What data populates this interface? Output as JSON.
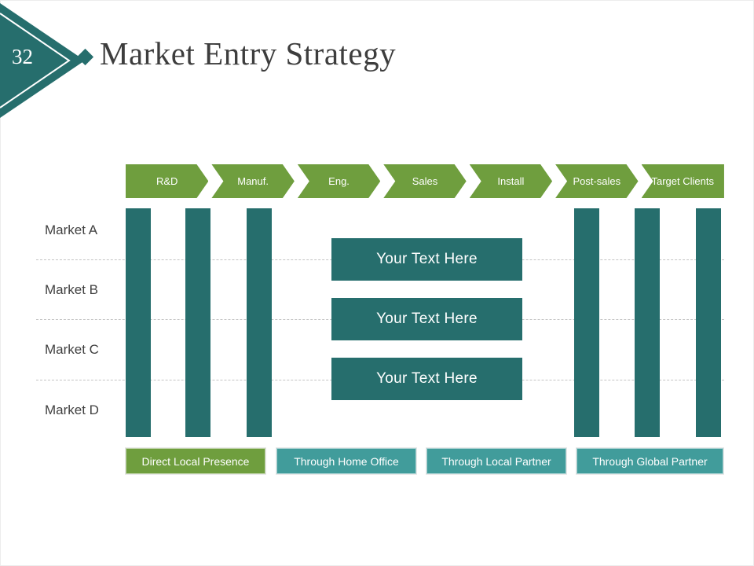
{
  "slide": {
    "page_number": "32",
    "title": "Market Entry Strategy"
  },
  "process_arrows": {
    "items": [
      {
        "label": "R&D"
      },
      {
        "label": "Manuf."
      },
      {
        "label": "Eng."
      },
      {
        "label": "Sales"
      },
      {
        "label": "Install"
      },
      {
        "label": "Post-sales"
      },
      {
        "label": "Target Clients"
      }
    ]
  },
  "markets": {
    "rows": [
      {
        "label": "Market A"
      },
      {
        "label": "Market B"
      },
      {
        "label": "Market C"
      },
      {
        "label": "Market D"
      }
    ]
  },
  "placeholders": {
    "items": [
      {
        "label": "Your Text Here"
      },
      {
        "label": "Your Text Here"
      },
      {
        "label": "Your Text Here"
      }
    ]
  },
  "strategies": {
    "items": [
      {
        "label": "Direct Local Presence"
      },
      {
        "label": "Through Home Office"
      },
      {
        "label": "Through Local Partner"
      },
      {
        "label": "Through Global Partner"
      }
    ]
  },
  "colors": {
    "teal_dark": "#266e6d",
    "teal_light": "#419c9b",
    "green": "#6f9e3e",
    "title_text": "#3d3d3d"
  }
}
